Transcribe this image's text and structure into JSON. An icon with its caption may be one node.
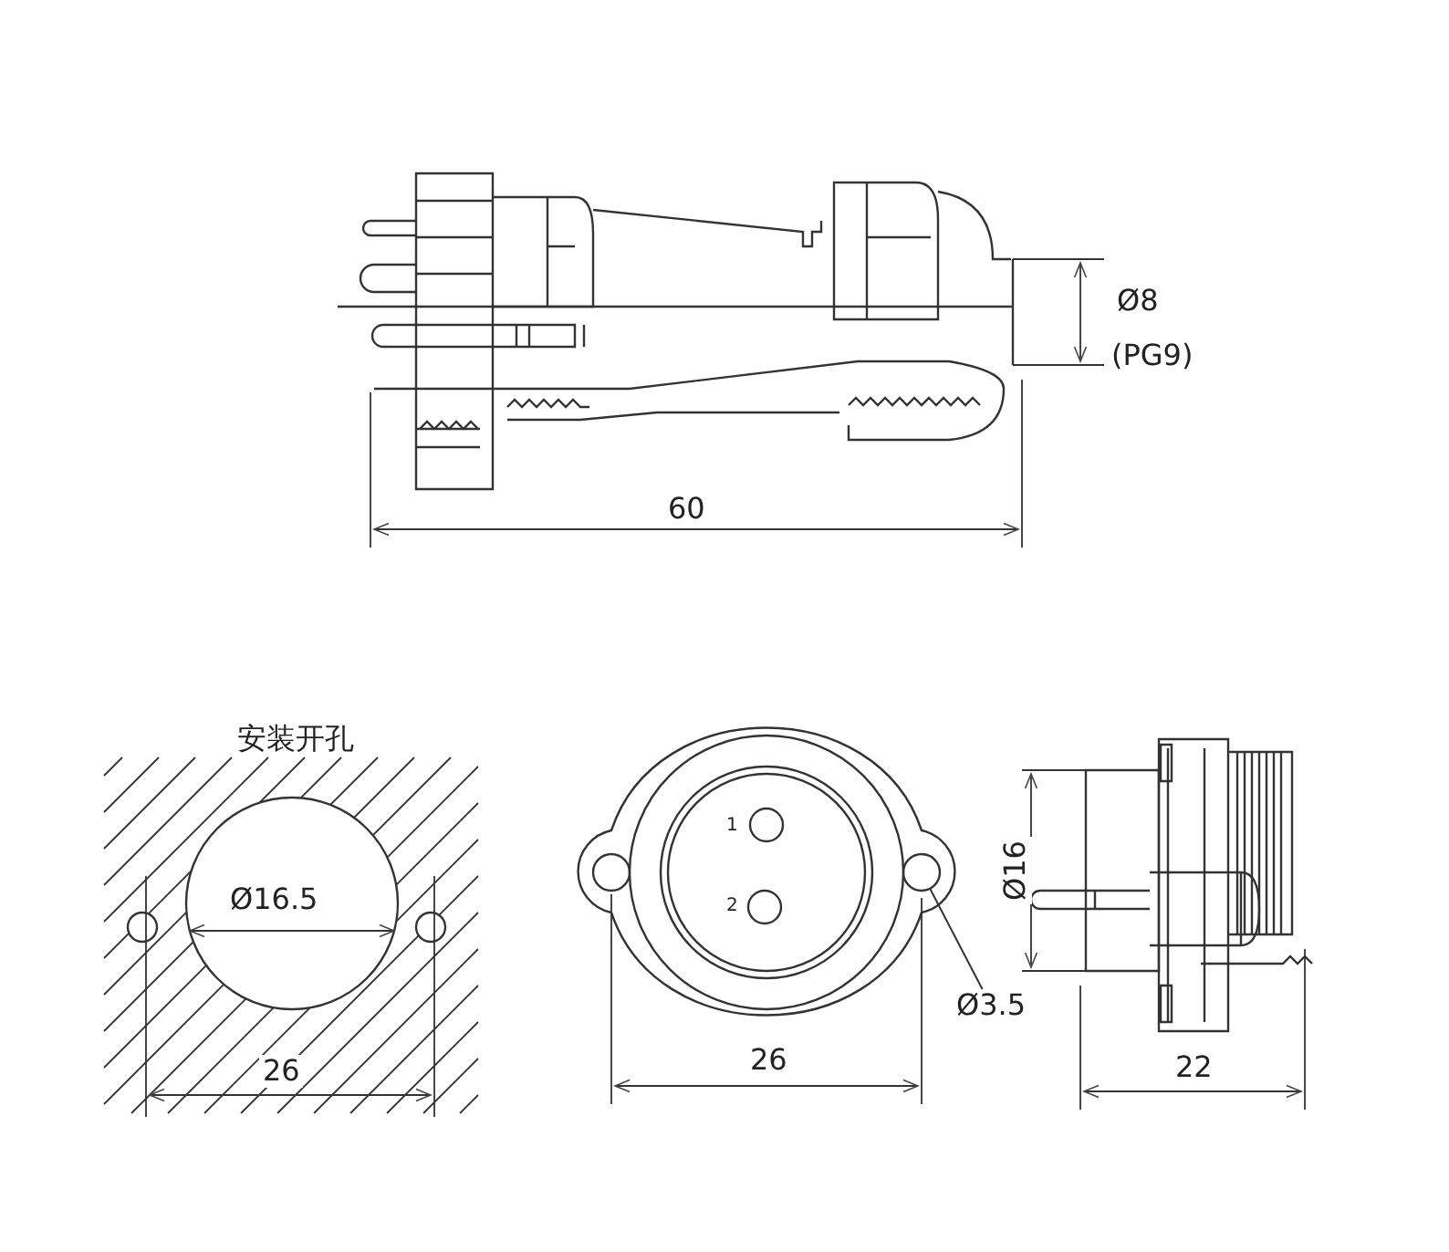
{
  "diagram": {
    "nodes": [
      {
        "text": [
          "Ø3.5"
        ]
      },
      {
        "text": [],
        "shape": "circle"
      }
    ],
    "edges": [
      {
        "from": 0,
        "to": 1,
        "arrow": "none"
      }
    ],
    "labels": [
      "Ø8",
      "(PG9)",
      "60",
      "安装开孔",
      "Ø16.5",
      "26",
      "1",
      "2",
      "Ø16",
      "26",
      "22"
    ]
  }
}
